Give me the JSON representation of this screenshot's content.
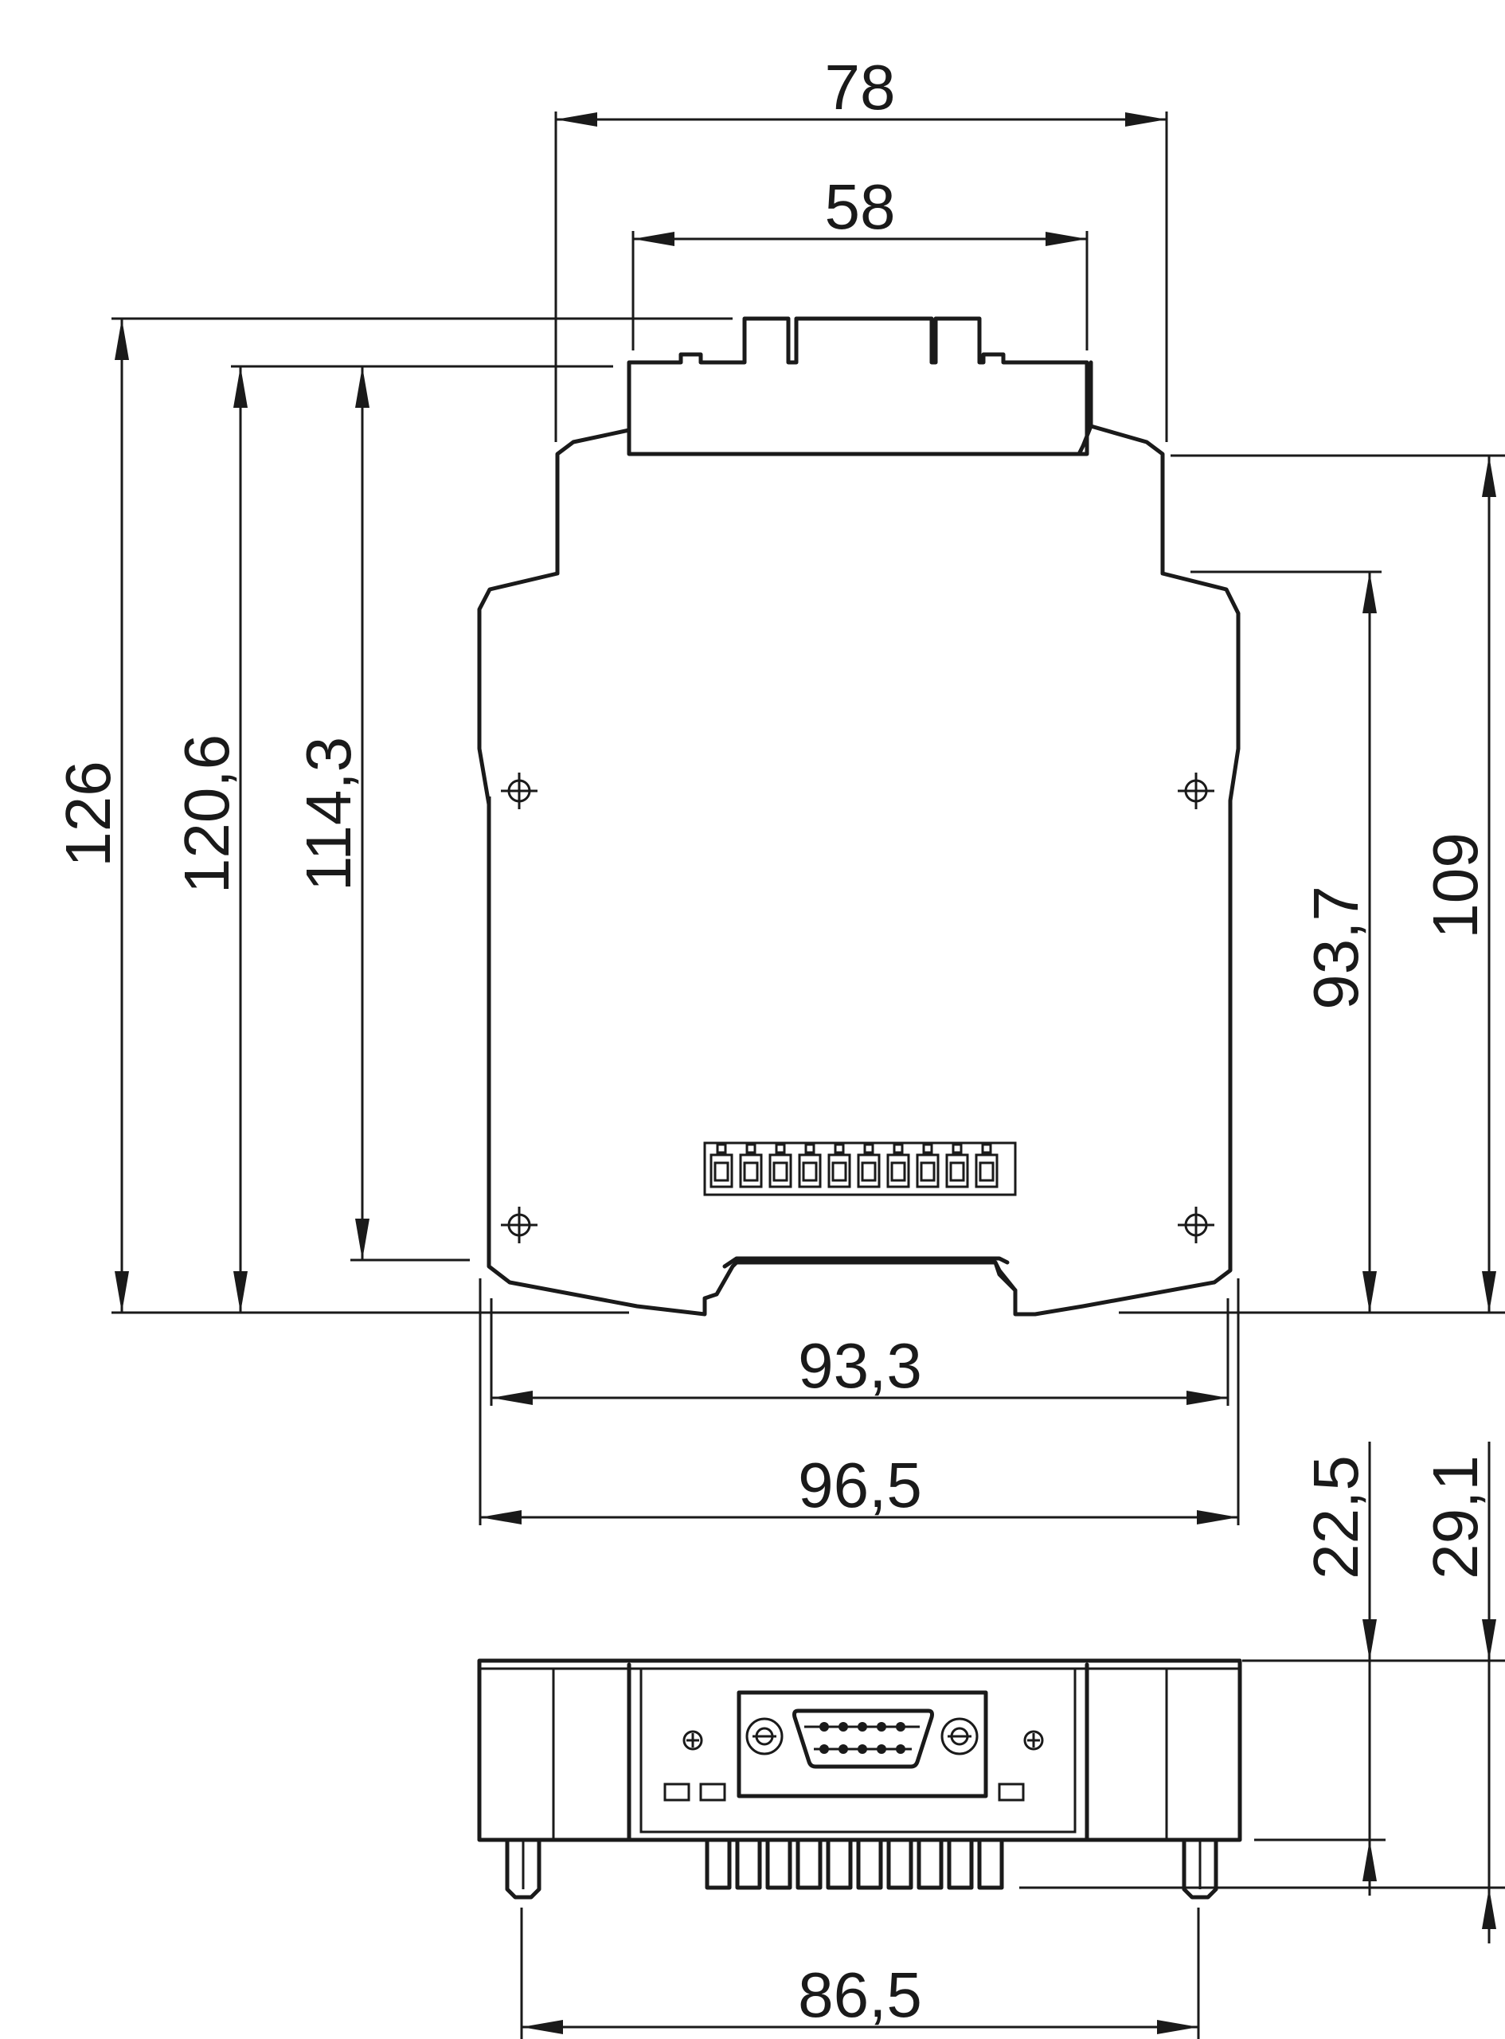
{
  "dimensions": {
    "top_width_outer": "78",
    "top_width_inner": "58",
    "height_total": "126",
    "height_body": "120,6",
    "height_inner": "114,3",
    "height_right": "109",
    "height_right_inner": "93,7",
    "width_inner": "93,3",
    "width_outer": "96,5",
    "depth_body": "22,5",
    "depth_total": "29,1",
    "width_bottom": "86,5"
  },
  "colors": {
    "line": "#1a1a1a",
    "background": "#ffffff"
  }
}
